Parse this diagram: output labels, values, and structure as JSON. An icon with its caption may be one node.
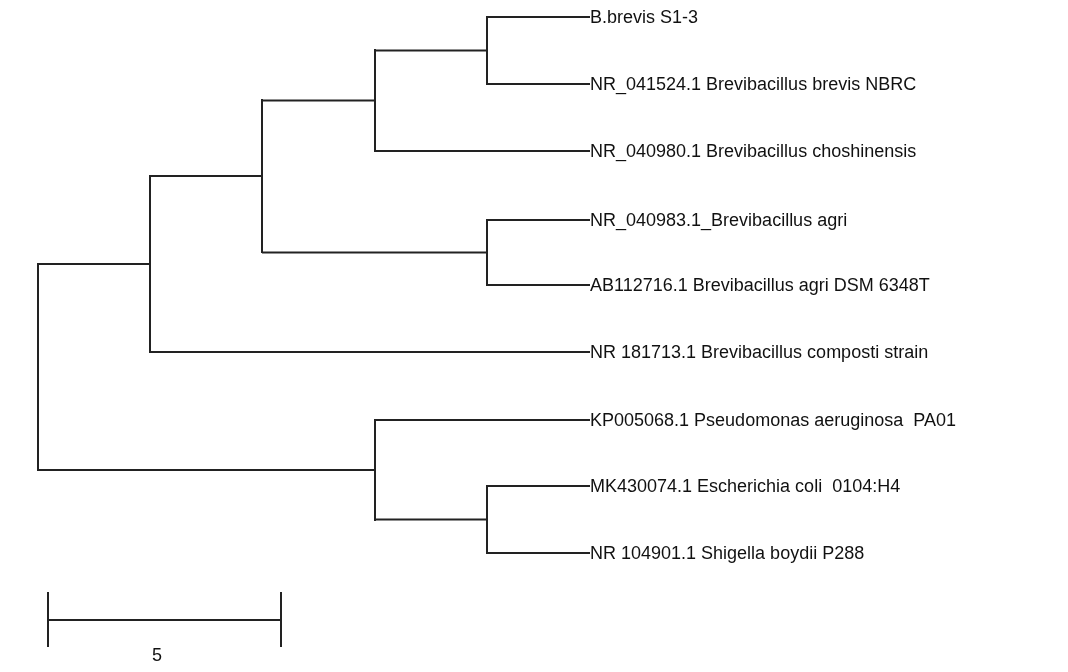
{
  "diagram": {
    "nodes": [
      {
        "text": [],
        "shape": "bar"
      },
      {
        "text": [],
        "shape": "bar"
      },
      {
        "text": [],
        "shape": "bar"
      },
      {
        "text": [],
        "shape": "bar"
      },
      {
        "text": [],
        "shape": "bar"
      },
      {
        "text": [],
        "shape": "bar"
      },
      {
        "text": [],
        "shape": "bar"
      },
      {
        "text": [],
        "shape": "bar"
      },
      {
        "text": [
          "B.brevis S1-3"
        ]
      },
      {
        "text": [
          "NR_041524.1 Brevibacillus brevis NBRC"
        ]
      },
      {
        "text": [
          "NR_040980.1 Brevibacillus choshinensis"
        ]
      },
      {
        "text": [
          "NR_040983.1_Brevibacillus agri"
        ]
      },
      {
        "text": [
          "AB112716.1 Brevibacillus agri DSM 6348T"
        ]
      },
      {
        "text": [
          "NR 181713.1 Brevibacillus composti strain"
        ]
      },
      {
        "text": [
          "KP005068.1 Pseudomonas aeruginosa  PA01"
        ]
      },
      {
        "text": [
          "MK430074.1 Escherichia coli  0104:H4"
        ]
      },
      {
        "text": [
          "NR 104901.1 Shigella boydii P288"
        ]
      }
    ],
    "edges": [
      {
        "from": 0,
        "to": 1,
        "arrow": "none"
      },
      {
        "from": 0,
        "to": 6,
        "arrow": "none"
      },
      {
        "from": 1,
        "to": 2,
        "arrow": "none"
      },
      {
        "from": 1,
        "to": 13,
        "arrow": "none"
      },
      {
        "from": 2,
        "to": 3,
        "arrow": "none"
      },
      {
        "from": 2,
        "to": 5,
        "arrow": "none"
      },
      {
        "from": 3,
        "to": 4,
        "arrow": "none"
      },
      {
        "from": 3,
        "to": 10,
        "arrow": "none"
      },
      {
        "from": 4,
        "to": 8,
        "arrow": "none"
      },
      {
        "from": 4,
        "to": 9,
        "arrow": "none"
      },
      {
        "from": 5,
        "to": 11,
        "arrow": "none"
      },
      {
        "from": 5,
        "to": 12,
        "arrow": "none"
      },
      {
        "from": 6,
        "to": 14,
        "arrow": "none"
      },
      {
        "from": 6,
        "to": 7,
        "arrow": "none"
      },
      {
        "from": 7,
        "to": 15,
        "arrow": "none"
      },
      {
        "from": 7,
        "to": 16,
        "arrow": "none"
      }
    ],
    "labels": [
      "5"
    ]
  }
}
